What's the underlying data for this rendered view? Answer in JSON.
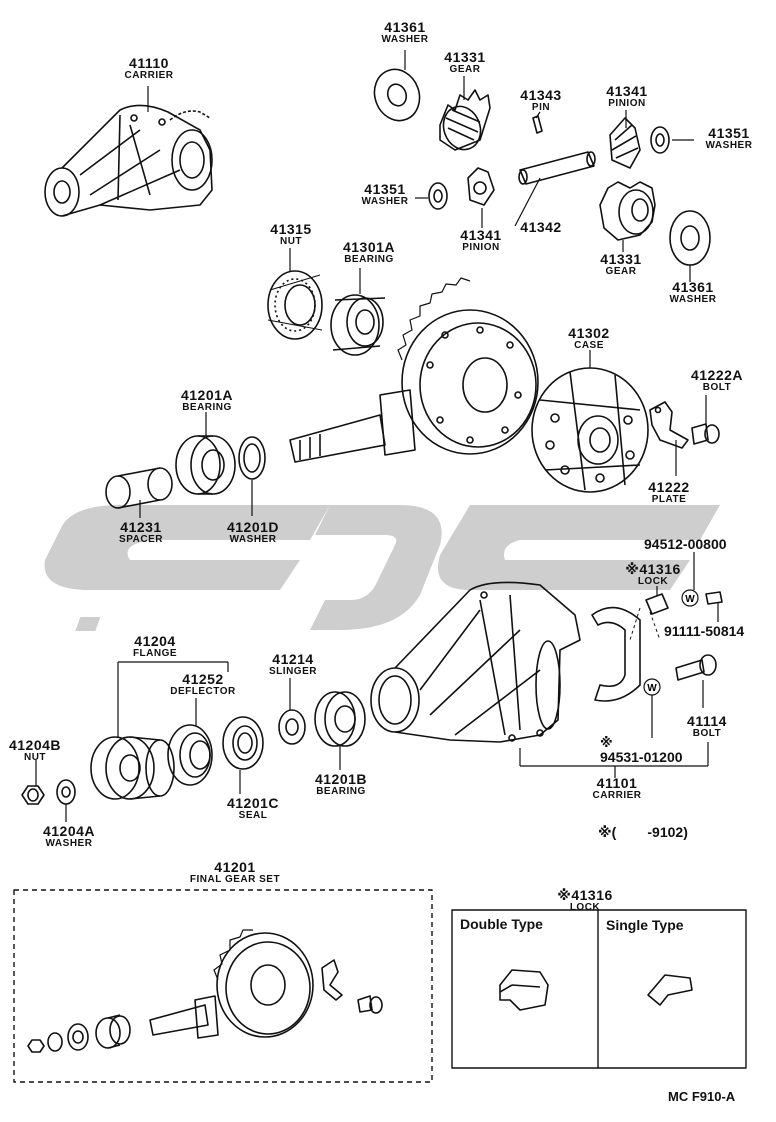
{
  "parts": [
    {
      "id": "p41110",
      "num": "41110",
      "name": "CARRIER"
    },
    {
      "id": "p41361a",
      "num": "41361",
      "name": "WASHER"
    },
    {
      "id": "p41331a",
      "num": "41331",
      "name": "GEAR"
    },
    {
      "id": "p41343",
      "num": "41343",
      "name": "PIN"
    },
    {
      "id": "p41341a",
      "num": "41341",
      "name": "PINION"
    },
    {
      "id": "p41351a",
      "num": "41351",
      "name": "WASHER"
    },
    {
      "id": "p41351b",
      "num": "41351",
      "name": "WASHER"
    },
    {
      "id": "p41341b",
      "num": "41341",
      "name": "PINION"
    },
    {
      "id": "p41342",
      "num": "41342",
      "name": ""
    },
    {
      "id": "p41331b",
      "num": "41331",
      "name": "GEAR"
    },
    {
      "id": "p41361b",
      "num": "41361",
      "name": "WASHER"
    },
    {
      "id": "p41315",
      "num": "41315",
      "name": "NUT"
    },
    {
      "id": "p41301A",
      "num": "41301A",
      "name": "BEARING"
    },
    {
      "id": "p41302",
      "num": "41302",
      "name": "CASE"
    },
    {
      "id": "p41222A",
      "num": "41222A",
      "name": "BOLT"
    },
    {
      "id": "p41201A",
      "num": "41201A",
      "name": "BEARING"
    },
    {
      "id": "p41222",
      "num": "41222",
      "name": "PLATE"
    },
    {
      "id": "p41231",
      "num": "41231",
      "name": "SPACER"
    },
    {
      "id": "p41201D",
      "num": "41201D",
      "name": "WASHER"
    },
    {
      "id": "p41316",
      "num": "※41316",
      "name": "LOCK"
    },
    {
      "id": "p41204",
      "num": "41204",
      "name": "FLANGE"
    },
    {
      "id": "p41252",
      "num": "41252",
      "name": "DEFLECTOR"
    },
    {
      "id": "p41214",
      "num": "41214",
      "name": "SLINGER"
    },
    {
      "id": "p41114",
      "num": "41114",
      "name": "BOLT"
    },
    {
      "id": "p41204B",
      "num": "41204B",
      "name": "NUT"
    },
    {
      "id": "p41201C",
      "num": "41201C",
      "name": "SEAL"
    },
    {
      "id": "p41201B",
      "num": "41201B",
      "name": "BEARING"
    },
    {
      "id": "p41101",
      "num": "41101",
      "name": "CARRIER"
    },
    {
      "id": "p41204A",
      "num": "41204A",
      "name": "WASHER"
    },
    {
      "id": "p41201",
      "num": "41201",
      "name": "FINAL GEAR SET"
    },
    {
      "id": "p41316b",
      "num": "※41316",
      "name": "LOCK"
    }
  ],
  "free_labels": {
    "p94512": "94512-00800",
    "p91111": "91111-50814",
    "p94531_mark": "※",
    "p94531": "94531-01200",
    "note": "※(        -9102)",
    "ref": "MC F910-A",
    "w_symbol": "W"
  },
  "lock_box": {
    "double_type": "Double Type",
    "single_type": "Single Type"
  }
}
